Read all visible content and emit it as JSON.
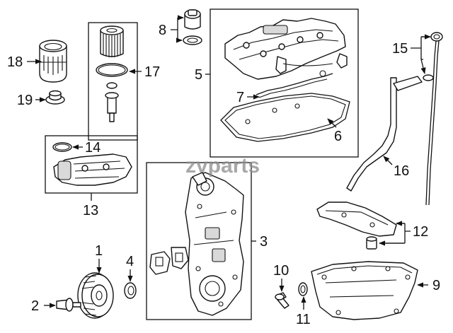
{
  "diagram": {
    "watermark": "zvparts",
    "callouts": {
      "c1": "1",
      "c2": "2",
      "c3": "3",
      "c4": "4",
      "c5": "5",
      "c6": "6",
      "c7": "7",
      "c8": "8",
      "c9": "9",
      "c10": "10",
      "c11": "11",
      "c12": "12",
      "c13": "13",
      "c14": "14",
      "c15": "15",
      "c16": "16",
      "c17": "17",
      "c18": "18",
      "c19": "19"
    }
  }
}
